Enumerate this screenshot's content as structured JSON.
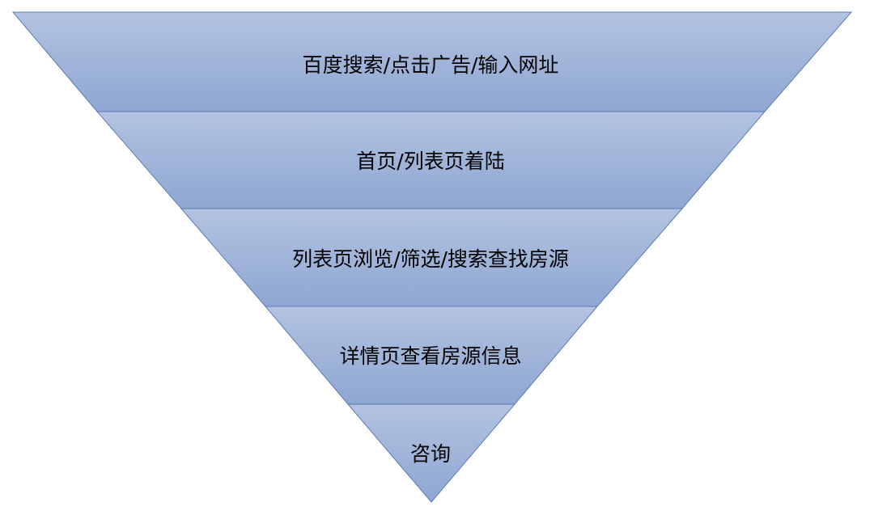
{
  "funnel": {
    "stages": [
      {
        "label": "百度搜索/点击广告/输入网址"
      },
      {
        "label": "首页/列表页着陆"
      },
      {
        "label": "列表页浏览/筛选/搜索查找房源"
      },
      {
        "label": "详情页查看房源信息"
      },
      {
        "label": "咨询"
      }
    ]
  },
  "colors": {
    "fill_light": "#b3c3e0",
    "fill_dark": "#8ea6d2",
    "stroke": "#5d7bb3",
    "text": "#000000"
  }
}
